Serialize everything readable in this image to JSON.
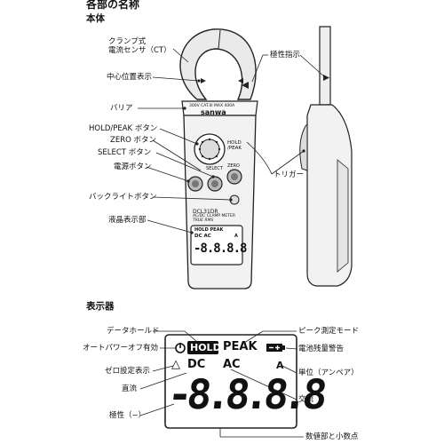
{
  "heading": "各部の名称",
  "section_body": "本体",
  "section_display": "表示器",
  "body_labels": {
    "clamp_sensor": "クランプ式\n電流センサ（CT）",
    "center_mark": "中心位置表示",
    "barrier": "バリア",
    "hold_peak_btn": "HOLD/PEAK ボタン",
    "zero_btn": "ZERO ボタン",
    "select_btn": "SELECT ボタン",
    "power_btn": "電源ボタン",
    "backlight_btn": "バックライトボタン",
    "lcd": "液晶表示部",
    "polarity_mark": "極性指示",
    "trigger": "トリガー"
  },
  "device": {
    "rating": "300V CAT.III  MAX 400A",
    "brand": "sanwa",
    "hold_peak_label": "HOLD\n/PEAK",
    "select_label": "SELECT",
    "zero_label": "ZERO",
    "model": "DCL31DR",
    "subtitle": "AC/DC CLAMP METER",
    "true_rms": "TRUE RMS",
    "lcd_top": "HOLD  PEAK",
    "lcd_mode": "DC  AC",
    "lcd_digits": "-8.8.8.8",
    "lcd_unit": "A"
  },
  "display_labels": {
    "data_hold": "データホールド",
    "auto_power_off": "オートパワーオフ有効",
    "zero_set": "ゼロ設定表示",
    "dc": "直流",
    "polarity": "極性（−）",
    "peak_mode": "ピーク測定モード",
    "battery_warning": "電池残量警告",
    "unit": "単位（アンペア）",
    "ac": "交流",
    "digits": "数値部と小数点"
  },
  "display": {
    "hold": "HOLD",
    "peak": "PEAK",
    "delta": "△",
    "dc": "DC",
    "ac": "AC",
    "unit": "A",
    "digits": "-8.8.8.8"
  }
}
